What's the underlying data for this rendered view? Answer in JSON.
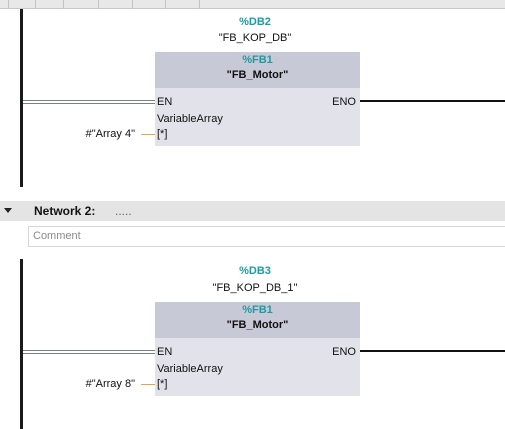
{
  "networks": [
    {
      "instance_db_address": "%DB2",
      "instance_db_name": "\"FB_KOP_DB\"",
      "fb_address": "%FB1",
      "fb_name": "\"FB_Motor\"",
      "pin_en": "EN",
      "pin_eno": "ENO",
      "param_name": "VariableArray",
      "param_type": "[*]",
      "param_actual": "#\"Array 4\""
    },
    {
      "instance_db_address": "%DB3",
      "instance_db_name": "\"FB_KOP_DB_1\"",
      "fb_address": "%FB1",
      "fb_name": "\"FB_Motor\"",
      "pin_en": "EN",
      "pin_eno": "ENO",
      "param_name": "VariableArray",
      "param_type": "[*]",
      "param_actual": "#\"Array 8\""
    }
  ],
  "network2_header": {
    "title": "Network 2:",
    "title_placeholder": ".....",
    "comment_placeholder": "Comment"
  },
  "colors": {
    "address_teal": "#1f9aa0",
    "block_body": "#e1e2ea",
    "block_header": "#c8c9d7",
    "param_wire": "#d8a84a"
  }
}
